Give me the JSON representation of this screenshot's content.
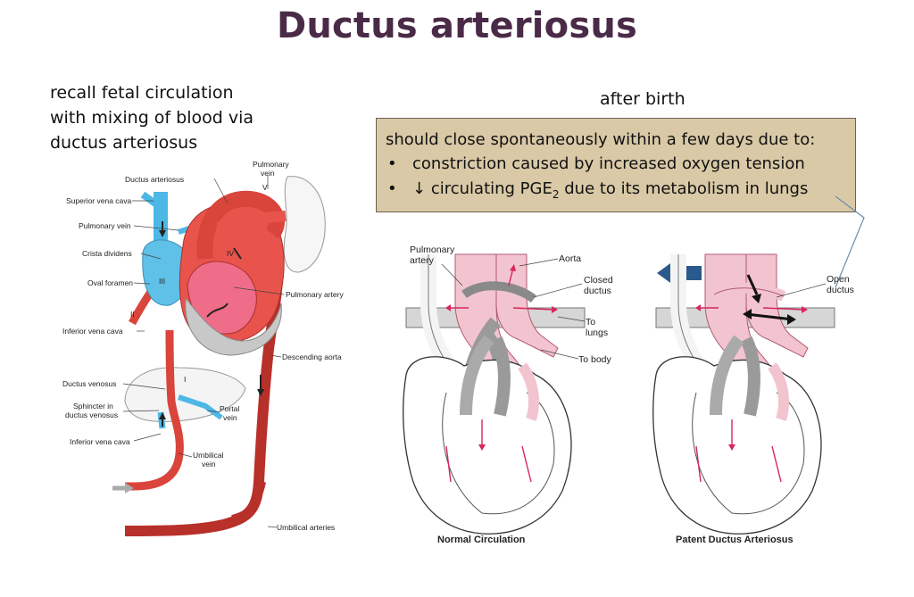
{
  "title": "Ductus arteriosus",
  "intro": {
    "line1": "recall fetal circulation",
    "line2": "with mixing of blood via",
    "line3": "ductus arteriosus"
  },
  "after_birth": "after birth",
  "info_box": {
    "lead": "should close spontaneously within a few days due to:",
    "bullet": "•",
    "item1": "constriction caused by increased oxygen tension",
    "item2_arrow": "↓",
    "item2_pre": "circulating PGE",
    "item2_sub": "2",
    "item2_post": "due to its metabolism in lungs"
  },
  "fetal_diagram": {
    "labels": {
      "ductus_arteriosus": "Ductus arteriosus",
      "pulmonary_vein_top": "Pulmonary",
      "pulmonary_vein_top2": "vein",
      "roman_v": "V",
      "superior_vena_cava": "Superior vena cava",
      "pulmonary_vein": "Pulmonary vein",
      "crista_dividens": "Crista dividens",
      "oval_foramen": "Oval foramen",
      "roman_iii": "III",
      "roman_iv": "IV",
      "roman_ii": "II",
      "roman_i": "I",
      "pulmonary_artery": "Pulmonary artery",
      "inferior_vena_cava": "Inferior vena cava",
      "descending_aorta": "Descending aorta",
      "ductus_venosus": "Ductus venosus",
      "sphincter_1": "Sphincter in",
      "sphincter_2": "ductus venosus",
      "portal_vein_1": "Portal",
      "portal_vein_2": "vein",
      "inferior_vena_cava_2": "Inferior vena cava",
      "umbilical_vein_1": "Umbilical",
      "umbilical_vein_2": "vein",
      "umbilical_arteries": "Umbilical arteries"
    }
  },
  "heart_diagrams": {
    "labels": {
      "pulmonary_artery_1": "Pulmonary",
      "pulmonary_artery_2": "artery",
      "aorta": "Aorta",
      "closed_ductus_1": "Closed",
      "closed_ductus_2": "ductus",
      "to_lungs_1": "To",
      "to_lungs_2": "lungs",
      "to_body": "To body",
      "open_ductus_1": "Open",
      "open_ductus_2": "ductus"
    },
    "caption_left": "Normal Circulation",
    "caption_right": "Patent Ductus Arteriosus"
  },
  "colors": {
    "title": "#4a2b47",
    "box_fill": "#d9c9a6",
    "oxygenated_red": "#d93a35",
    "deoxygenated_blue": "#3fb4e4",
    "aorta_pink": "#f2c4cf",
    "arrow_navy": "#2a5a8c",
    "flow_arrow": "#d8265a"
  }
}
